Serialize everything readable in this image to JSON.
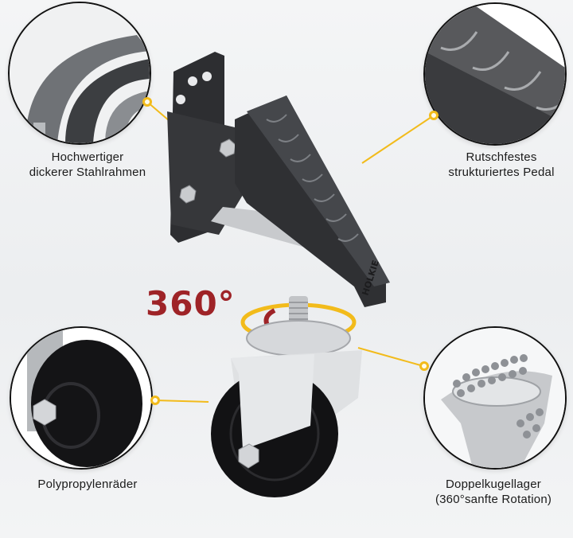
{
  "image": {
    "brand": "HOLKIE",
    "rotation_badge": "360°",
    "accent_colors": {
      "callout_yellow": "#f2bb1b",
      "rotation_red": "#9e2327",
      "steel_dark": "#2f3033",
      "outline": "#111111"
    }
  },
  "callouts": [
    {
      "id": "frame",
      "lines": [
        "Hochwertiger",
        "dickerer Stahlrahmen"
      ]
    },
    {
      "id": "pedal",
      "lines": [
        "Rutschfestes",
        "strukturiertes Pedal"
      ]
    },
    {
      "id": "wheels",
      "lines": [
        "Polypropylenräder"
      ]
    },
    {
      "id": "bearing",
      "lines": [
        "Doppelkugellager",
        "(360°sanfte Rotation)"
      ]
    }
  ]
}
